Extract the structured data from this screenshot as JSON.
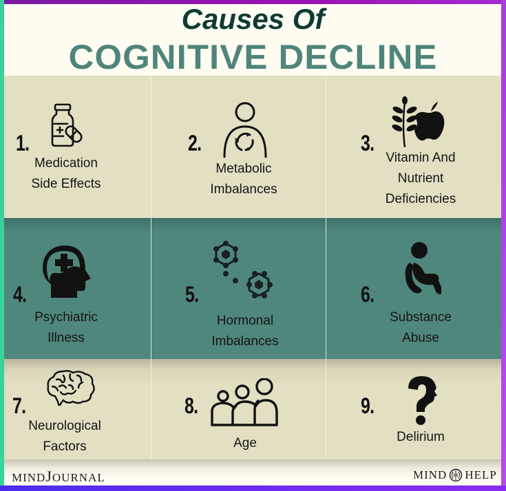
{
  "title": {
    "line1": "Causes Of",
    "line2": "COGNITIVE DECLINE"
  },
  "colors": {
    "title_dark": "#0e3b33",
    "title_teal": "#4f857b",
    "cell_light": "#e2dfc3",
    "cell_teal": "#4f877d",
    "border_left": "#3ecf9e",
    "border_top": "#8a16a8",
    "border_right": "#b03ee8",
    "border_bottom": "#5a2cf0"
  },
  "causes": [
    {
      "number": "1.",
      "label_line1": "Medication",
      "label_line2": "Side Effects",
      "icon": "medicine-bottle-pill-icon"
    },
    {
      "number": "2.",
      "label_line1": "Metabolic",
      "label_line2": "Imbalances",
      "icon": "person-cycle-icon"
    },
    {
      "number": "3.",
      "label_line1": "Vitamin And",
      "label_line2": "Nutrient",
      "label_line3": "Deficiencies",
      "icon": "wheat-apple-icon"
    },
    {
      "number": "4.",
      "label_line1": "Psychiatric",
      "label_line2": "Illness",
      "icon": "head-medical-cross-icon"
    },
    {
      "number": "5.",
      "label_line1": "Hormonal",
      "label_line2": "Imbalances",
      "icon": "hormone-molecule-icon"
    },
    {
      "number": "6.",
      "label_line1": "Substance",
      "label_line2": "Abuse",
      "icon": "sitting-person-hugging-knees-icon"
    },
    {
      "number": "7.",
      "label_line1": "Neurological",
      "label_line2": "Factors",
      "icon": "brain-icon"
    },
    {
      "number": "8.",
      "label_line1": "Age",
      "icon": "three-people-icon"
    },
    {
      "number": "9.",
      "label_line1": "Delirium",
      "icon": "question-mark-head-icon"
    }
  ],
  "footer": {
    "left_logo_part1": "MIND",
    "left_logo_part2": "J",
    "left_logo_part3": "OURNAL",
    "right_logo_part1": "MIND",
    "right_logo_part2": "HELP"
  }
}
